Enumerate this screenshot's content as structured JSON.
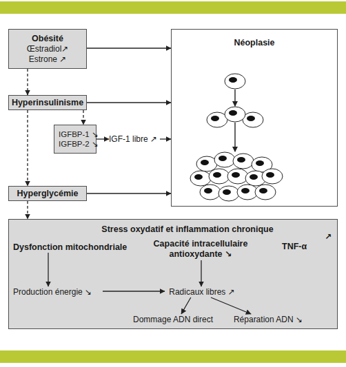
{
  "diagram": {
    "nodes": [
      {
        "text": [
          "Obésité",
          "Œstradiol↗",
          "Estrone ↗"
        ]
      },
      {
        "text": [
          "Néoplasie"
        ]
      },
      {
        "text": [
          "Hyperinsulinisme"
        ]
      },
      {
        "text": [
          "IGFBP-1 ↘",
          "IGFBP-2 ↘"
        ]
      },
      {
        "text": [
          "IGF-1 libre ↗"
        ]
      },
      {
        "text": [
          "Hyperglycémie"
        ]
      },
      {
        "text": [
          "Stress oxydatif et inflammation chronique",
          "TNF-α",
          "↗"
        ]
      },
      {
        "text": [
          "Dysfonction mitochondriale"
        ],
        "in": 6
      },
      {
        "text": [
          "Capacité intracellulaire antioxydante ↘"
        ],
        "in": 6
      },
      {
        "text": [
          "Production énergie ↘"
        ],
        "in": 6
      },
      {
        "text": [
          "Radicaux libres ↗"
        ],
        "in": 6
      },
      {
        "text": [
          "Dommage ADN direct"
        ],
        "in": 6
      },
      {
        "text": [
          "Réparation ADN ↘"
        ],
        "in": 6
      }
    ],
    "edges": [
      {
        "from": 0,
        "to": 1,
        "arrow": "to"
      },
      {
        "from": 0,
        "to": 2,
        "arrow": "to"
      },
      {
        "from": 2,
        "to": 1,
        "arrow": "to"
      },
      {
        "from": 2,
        "to": 3,
        "arrow": "to"
      },
      {
        "from": 3,
        "to": 4,
        "arrow": "to"
      },
      {
        "from": 4,
        "to": 1,
        "arrow": "to"
      },
      {
        "from": 2,
        "to": 5,
        "arrow": "to"
      },
      {
        "from": 5,
        "to": 1,
        "arrow": "to"
      },
      {
        "from": 5,
        "to": 6,
        "arrow": "to"
      },
      {
        "from": 7,
        "to": 9,
        "arrow": "to"
      },
      {
        "from": 9,
        "to": 10,
        "arrow": "to"
      },
      {
        "from": 8,
        "to": 10,
        "arrow": "to"
      },
      {
        "from": 10,
        "to": 11,
        "arrow": "to"
      },
      {
        "from": 10,
        "to": 12,
        "arrow": "to"
      }
    ]
  }
}
